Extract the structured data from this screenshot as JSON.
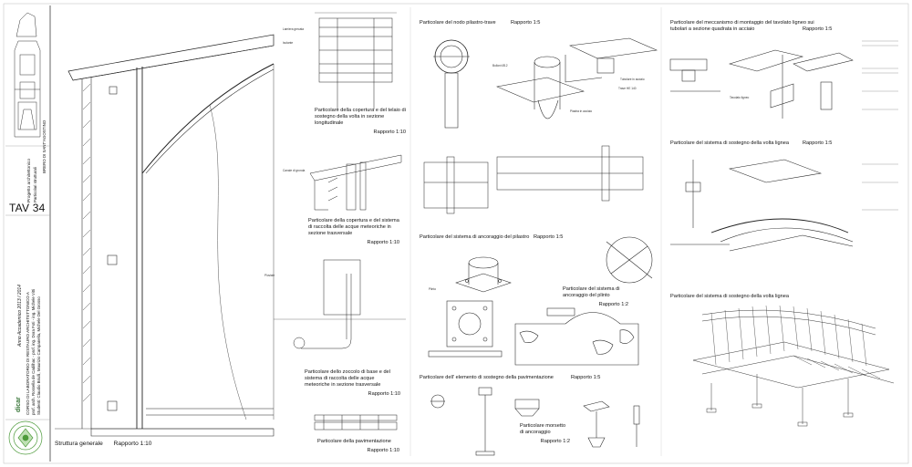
{
  "sheet": {
    "tav": "TAV 34",
    "school_logo_text": "dicar",
    "academic_year": "Anno Accademico 2013 / 2014",
    "course": "CORSO DI LABORATORIO DI RESTAURO ARCHITETTONICO A",
    "professors": "prof. arch. Rossella de Cadilhac - prof. ing. Dora Foti - ing. Michele Vitti",
    "students": "Studenti: Claudio Briulli, Maurizio Campanella, Michele Del Grosso",
    "project": "Progetto architettonico",
    "project_sub": "Particolari strutturali",
    "church": "BRERO DI SANT'AGOSTINO"
  },
  "general": {
    "title": "Struttura generale",
    "ratio": "Rapporto 1:10"
  },
  "captions": {
    "roof_long": {
      "text": "Particolare della copertura e del telaio di sostegno della volta in sezione longitudinale",
      "ratio": "Rapporto 1:10"
    },
    "roof_trans": {
      "text": "Particolare della copertura e del sistema di raccolta delle acque meteoriche in sezione trasversale",
      "ratio": "Rapporto 1:10"
    },
    "plinth": {
      "text": "Particolare dello zoccolo di base e del sistema di raccolta delle acque meteoriche in sezione trasversale",
      "ratio": "Rapporto 1:10"
    },
    "floor": {
      "text": "Particolare della pavimentazione",
      "ratio": "Rapporto 1:10"
    },
    "node_title": "Particolare del nodo pilastro-trave",
    "node_ratio": "Rapporto 1:5",
    "anchor_title": "Particolare del sistema di ancoraggio del pilastro",
    "anchor_ratio": "Rapporto 1:5",
    "plinth_anchor": {
      "text": "Particolare del sistema di ancoraggio del plinto",
      "ratio": "Rapporto 1:2"
    },
    "floor_support_title": "Particolare dell' elemento di sostegno della pavimentazione",
    "floor_support_ratio": "Rapporto 1:5",
    "clamp": {
      "text": "Particolare morsetto di ancoraggio",
      "ratio": "Rapporto 1:2"
    },
    "mounting_title": "Particolare del meccanismo di montaggio del tavolato ligneo sui tubolari a sezione quadrata in acciaio",
    "mounting_ratio": "Rapporto 1:5",
    "vault_support_title": "Particolare del sistema di sostegno della volta lignea",
    "vault_support_ratio": "Rapporto 1:5",
    "vault_support_2_title": "Particolare del sistema di sostegno della volta lignea"
  },
  "labels": {
    "a": "Bulloni Ø12",
    "b": "Piastra in acciaio",
    "c": "Tubolare in acciaio",
    "d": "Trave HE 140",
    "e": "Tavolato ligneo",
    "f": "Lamiera grecata",
    "g": "Isolante",
    "h": "Canale di gronda",
    "i": "Pluviale",
    "j": "Plinto"
  }
}
